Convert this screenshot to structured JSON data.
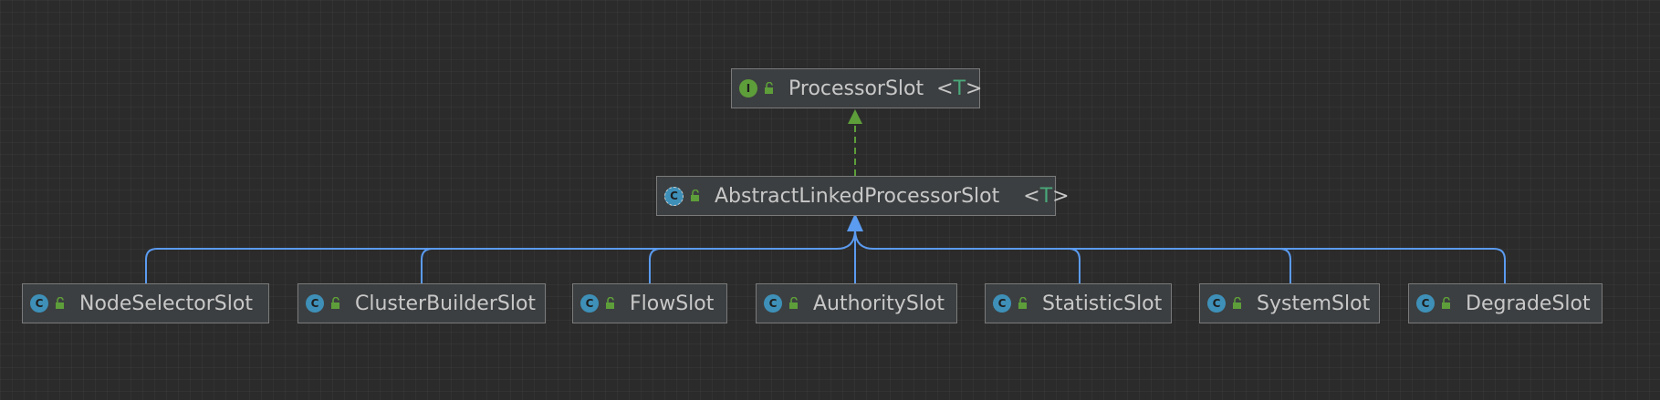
{
  "diagram": {
    "colors": {
      "background": "#2b2b2b",
      "node_fill": "#3c3f41",
      "node_border": "#7a7a7a",
      "interface_badge": "#5e9e3a",
      "class_badge": "#3e90b8",
      "implements_arrow": "#5e9e3a",
      "extends_arrow": "#5b9bf0",
      "type_param": "#4aa87a"
    },
    "nodes": {
      "processor_slot": {
        "badge": "I",
        "label": "ProcessorSlot",
        "generic_open": "<",
        "type_param": "T",
        "generic_close": ">"
      },
      "abstract_linked": {
        "badge": "C",
        "label": "AbstractLinkedProcessorSlot",
        "generic_open": "<",
        "type_param": "T",
        "generic_close": ">"
      },
      "node_selector": {
        "badge": "C",
        "label": "NodeSelectorSlot"
      },
      "cluster_builder": {
        "badge": "C",
        "label": "ClusterBuilderSlot"
      },
      "flow": {
        "badge": "C",
        "label": "FlowSlot"
      },
      "authority": {
        "badge": "C",
        "label": "AuthoritySlot"
      },
      "statistic": {
        "badge": "C",
        "label": "StatisticSlot"
      },
      "system": {
        "badge": "C",
        "label": "SystemSlot"
      },
      "degrade": {
        "badge": "C",
        "label": "DegradeSlot"
      }
    }
  }
}
